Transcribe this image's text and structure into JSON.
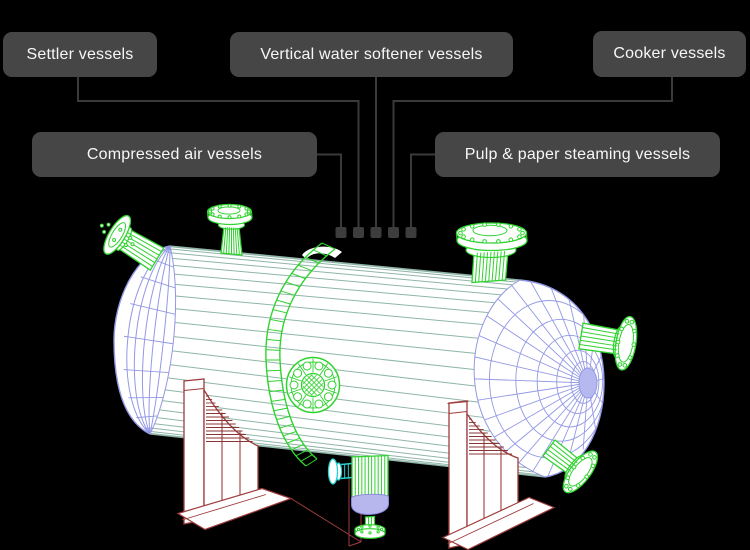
{
  "title": "Pressure vessel types diagram",
  "background": "#000000",
  "callouts": {
    "style": {
      "box_bg": "#464646",
      "text_color": "#f7f7f7",
      "line_color": "#3a3a3a",
      "marker_color": "#3d3d3d"
    },
    "items": [
      {
        "id": "settler",
        "label": "Settler vessels"
      },
      {
        "id": "softener",
        "label": "Vertical water softener vessels"
      },
      {
        "id": "cooker",
        "label": "Cooker vessels"
      },
      {
        "id": "compressed_air",
        "label": "Compressed air vessels"
      },
      {
        "id": "pulp_paper",
        "label": "Pulp & paper steaming vessels"
      }
    ]
  },
  "drawing": {
    "subject": "Wireframe CAD drawing of a horizontal pressure vessel on two saddle supports, with flanged nozzles, girth band, manway and bottom drain",
    "colors": {
      "vessel_fill": "#ffffff",
      "shell_line": "#8fb5a8",
      "head_line": "#9398e4",
      "head_core": "#b6b9ef",
      "green": "#2fd32f",
      "red": "#9e3c3c",
      "red_dark": "#8a3434",
      "cyan": "#25cfcf",
      "lavender": "#b7b7ee",
      "lavender_edge": "#8a8ade"
    }
  }
}
